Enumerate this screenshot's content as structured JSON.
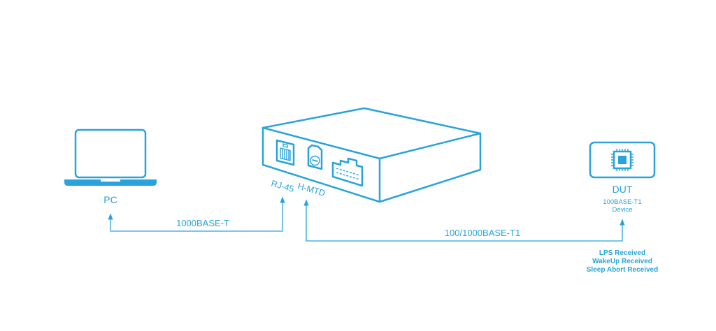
{
  "colors": {
    "accent": "#29a3dc",
    "background": "#ffffff"
  },
  "nodes": {
    "pc": {
      "label": "PC",
      "icon": "laptop-icon"
    },
    "tester": {
      "icon": "network-box-icon",
      "port_rj45": {
        "label": "RJ-45",
        "icon": "rj45-port-icon"
      },
      "port_hmtd": {
        "label": "H-MTD",
        "icon": "hmtd-port-icon"
      }
    },
    "dut": {
      "label": "DUT",
      "sub_line_1": "100BASE-T1",
      "sub_line_2": "Device",
      "icon": "chip-icon",
      "events": [
        "LPS Received",
        "WakeUp Received",
        "Sleep Abort Received"
      ]
    }
  },
  "links": {
    "pc_link": {
      "label": "1000BASE-T"
    },
    "dut_link": {
      "label": "100/1000BASE-T1"
    }
  }
}
